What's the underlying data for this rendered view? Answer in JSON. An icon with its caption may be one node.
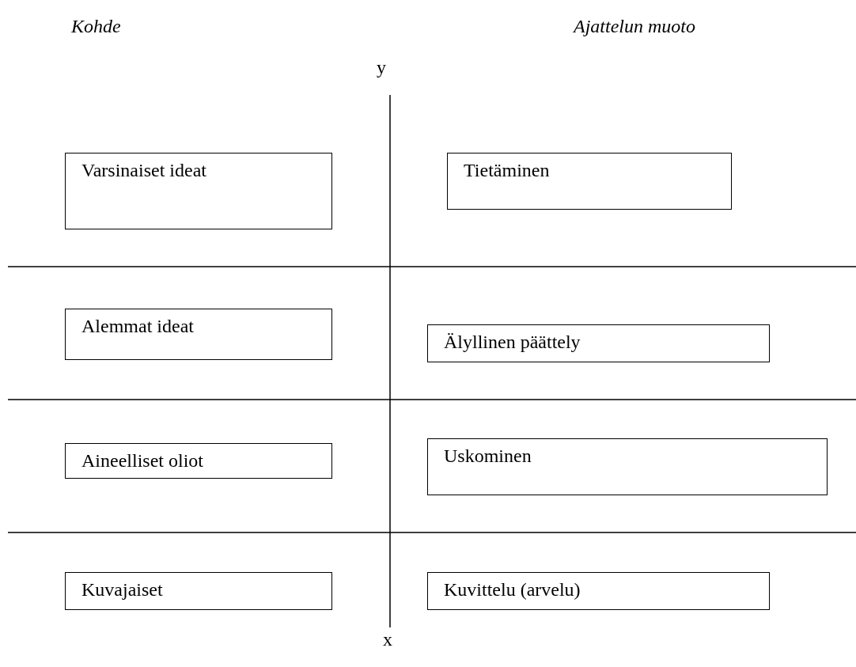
{
  "diagram": {
    "nodes": [
      {
        "text": [
          "Varsinaiset ideat"
        ]
      },
      {
        "text": [
          "Tietäminen"
        ]
      },
      {
        "text": [
          "Alemmat ideat"
        ]
      },
      {
        "text": [
          "Älyllinen päättely"
        ]
      },
      {
        "text": [
          "Aineelliset oliot"
        ]
      },
      {
        "text": [
          "Uskominen"
        ]
      },
      {
        "text": [
          "Kuvajaiset"
        ]
      },
      {
        "text": [
          "Kuvittelu (arvelu)"
        ]
      }
    ],
    "edges": [],
    "labels": [
      "Kohde",
      "Ajattelun muoto",
      "y",
      "x"
    ]
  }
}
